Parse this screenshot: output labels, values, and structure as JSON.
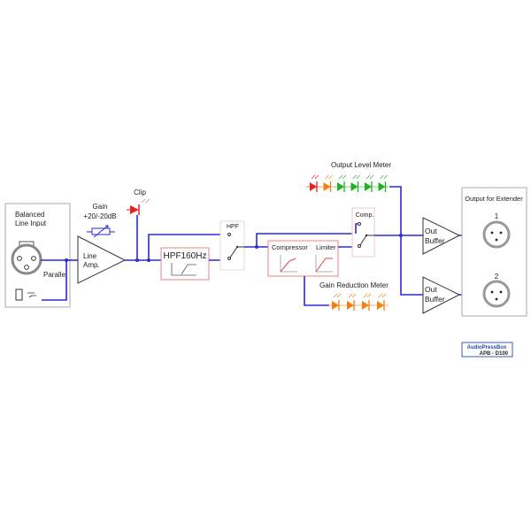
{
  "input_panel": {
    "title_line1": "Balanced",
    "title_line2": "Line Input",
    "parallel_label": "Parallel"
  },
  "gain": {
    "label": "Gain",
    "range": "+20/-20dB"
  },
  "line_amp": {
    "line1": "Line",
    "line2": "Amp."
  },
  "clip": {
    "label": "Clip"
  },
  "hpf_filter": {
    "label": "HPF160Hz"
  },
  "hpf_switch": {
    "label": "HPF"
  },
  "compressor": {
    "label": "Compressor"
  },
  "limiter": {
    "label": "Limiter"
  },
  "comp_switch": {
    "label": "Comp."
  },
  "output_meter": {
    "label": "Output Level Meter",
    "led_colors": [
      "#e82020",
      "#f08010",
      "#20b020",
      "#20b020",
      "#20b020",
      "#20b020"
    ]
  },
  "gr_meter": {
    "label": "Gain Reduction Meter",
    "led_colors": [
      "#f08010",
      "#f08010",
      "#f08010",
      "#f08010"
    ]
  },
  "out_buffers": [
    {
      "line1": "Out",
      "line2": "Buffer"
    },
    {
      "line1": "Out",
      "line2": "Buffer"
    }
  ],
  "output_panel": {
    "title": "Output for Extender",
    "outputs": [
      "1",
      "2"
    ]
  },
  "badge": {
    "brand": "AudioPressBox",
    "model": "APB - D100"
  },
  "colors": {
    "wire": "#2a2ad8",
    "pink": "#f08080"
  }
}
